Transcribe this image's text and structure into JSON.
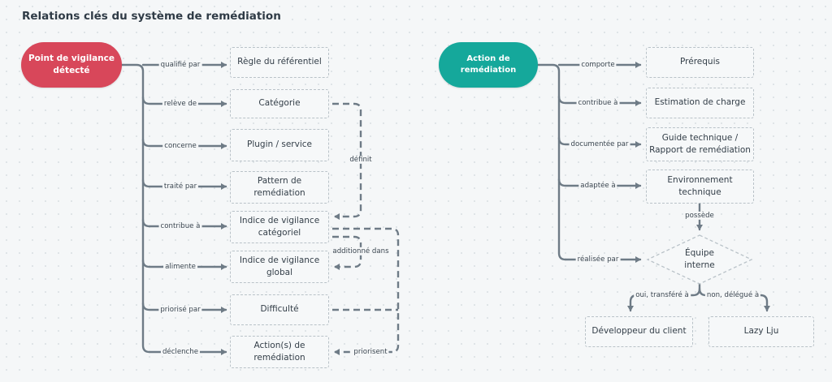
{
  "title": "Relations clés du système de remédiation",
  "left": {
    "root": "Point de vigilance\ndétecté",
    "nodes": [
      "Règle du référentiel",
      "Catégorie",
      "Plugin / service",
      "Pattern de\nremédiation",
      "Indice de vigilance\ncatégoriel",
      "Indice de vigilance\nglobal",
      "Difficulté",
      "Action(s) de\nremédiation"
    ],
    "edges": [
      "qualifié par",
      "relève de",
      "concerne",
      "traité par",
      "contribue à",
      "alimente",
      "priorisé par",
      "déclenche"
    ],
    "cross_edges": {
      "definit": "définit",
      "additionne_dans": "additionné dans",
      "priorisent": "priorisent"
    }
  },
  "right": {
    "root": "Action de remédiation",
    "nodes": [
      "Prérequis",
      "Estimation de charge",
      "Guide technique /\nRapport de remédiation",
      "Environnement\ntechnique"
    ],
    "edges": [
      "comporte",
      "contribue à",
      "documentée par",
      "adaptée à",
      "réalisée par"
    ],
    "possede": "possède",
    "decision": "Équipe\ninterne",
    "branch_yes": "oui, transféré à",
    "branch_no": "non, délégué à",
    "outcome_yes": "Développeur du client",
    "outcome_no": "Lazy Lju"
  },
  "colors": {
    "line": "#6e7b86",
    "pill_left": "#d8475a",
    "pill_right": "#15a89b",
    "node_border": "#b9c2c8"
  }
}
